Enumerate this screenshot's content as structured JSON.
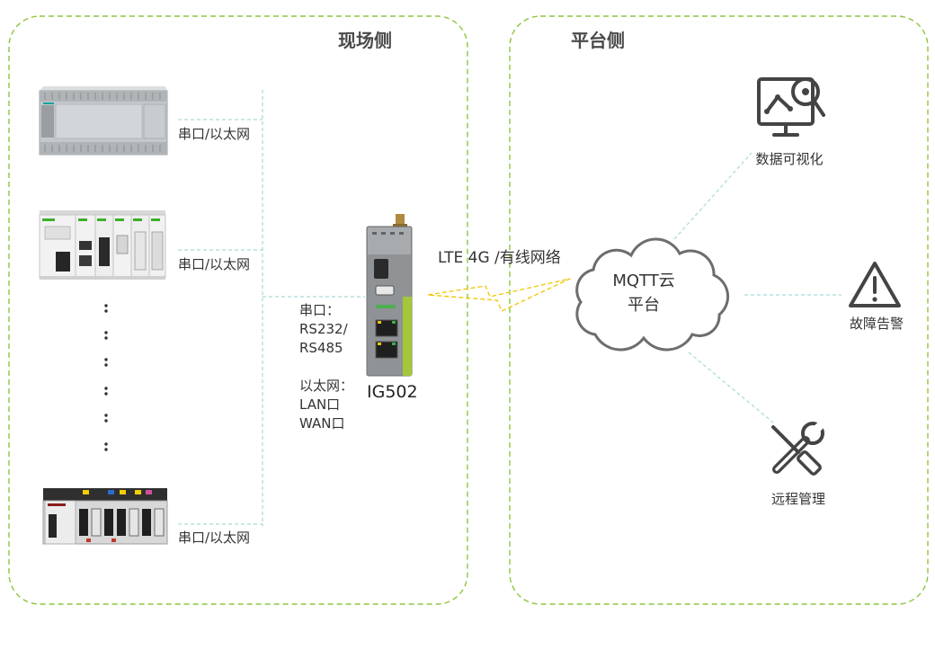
{
  "zones": {
    "field": {
      "title": "现场侧"
    },
    "platform": {
      "title": "平台侧"
    }
  },
  "field_devices": [
    {
      "icon": "siemens-plc",
      "connection": "串口/以太网"
    },
    {
      "icon": "schneider-plc",
      "connection": "串口/以太网"
    },
    {
      "icon": "allen-bradley-plc",
      "connection": "串口/以太网"
    }
  ],
  "gateway": {
    "name": "IG502",
    "icon": "industrial-router",
    "interfaces": [
      {
        "type": "串口：",
        "ports": [
          "RS232/",
          "RS485"
        ]
      },
      {
        "type": "以太网：",
        "ports": [
          "LAN口",
          "WAN口"
        ]
      }
    ]
  },
  "uplink": {
    "label": "LTE 4G /有线网络",
    "icon": "lightning-bolt"
  },
  "cloud": {
    "lines": [
      "MQTT云",
      "平台"
    ],
    "icon": "cloud"
  },
  "services": [
    {
      "label": "数据可视化",
      "icon": "monitor-chart-icon"
    },
    {
      "label": "故障告警",
      "icon": "warning-icon"
    },
    {
      "label": "远程管理",
      "icon": "tools-icon"
    }
  ],
  "colors": {
    "zone_border": "#8dc63f",
    "connector": "#a9d9d6",
    "uplink": "#f2c500",
    "icon": "#444444"
  }
}
